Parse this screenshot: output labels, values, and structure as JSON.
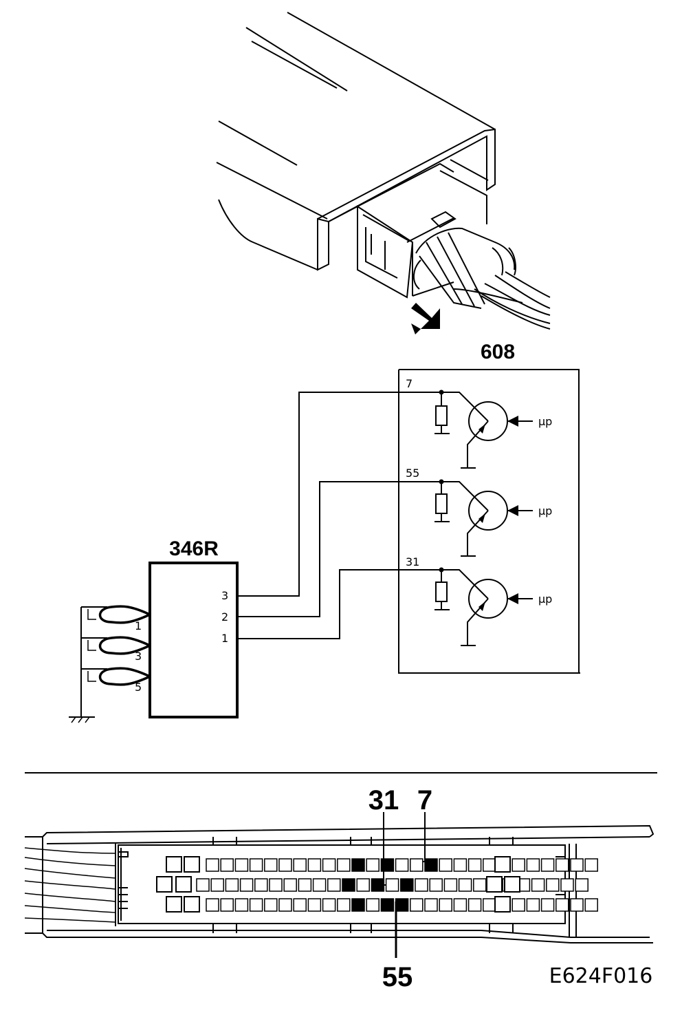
{
  "ecu_label": "608",
  "sensor_label": "346R",
  "ecu_pins": [
    "7",
    "55",
    "31"
  ],
  "sensor_pins": [
    "3",
    "2",
    "1"
  ],
  "coil_numbers": [
    "1",
    "3",
    "5"
  ],
  "mu_p": "µp",
  "connector_callouts": {
    "top_left": "31",
    "top_right": "7",
    "bottom": "55"
  },
  "figure_ref": "E624F016",
  "icons": [
    "ecu-box",
    "connector-plug",
    "arrow-pointer",
    "transistor",
    "resistor",
    "ground-symbol",
    "ecu-connector-pinout"
  ]
}
